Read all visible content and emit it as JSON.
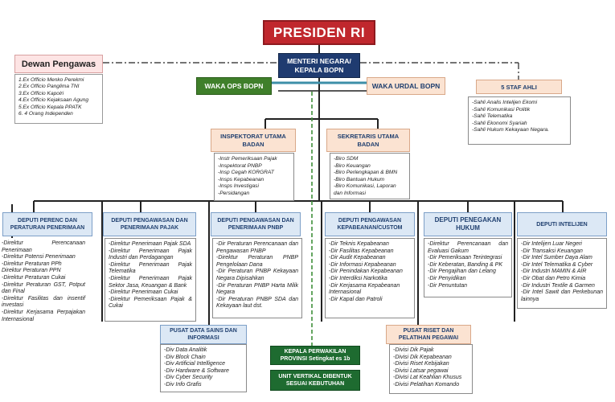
{
  "presiden": "PRESIDEN RI",
  "menteri": [
    "MENTERI NEGARA/",
    "KEPALA BOPN"
  ],
  "dewan": {
    "title": "Dewan Pengawas",
    "items": [
      "1.Ex Officio Menko Perekmi",
      "2.Ex Officio Panglima TNI",
      "3.Ex Officio Kapolri",
      "4.Ex Officio Kejaksaan Agung",
      "5.Ex Officio Kepala PPATK",
      "6. 4 Orang Independen"
    ]
  },
  "waka_ops": "WAKA OPS BOPN",
  "waka_urdal": "WAKA URDAL BOPN",
  "staf_ahli": {
    "title": "5 STAF AHLI",
    "items": [
      "-Sahli Analis Intelijen Ekomi",
      "-Sahli Komunikasi Politik",
      "-Sahli Telematika",
      "-Sahli Ekonomi Syariah",
      "-Sahli Hukum Kekayaan Negara."
    ]
  },
  "inspektorat": {
    "title": [
      "INSPEKTORAT UTAMA",
      "BADAN"
    ],
    "items": [
      "-Instr Pemeriksaan Pajak",
      "-Inspektorat PNBP",
      "-Insp Cegah KORGRAT",
      "-Insps Kepabeanan",
      "-Insps Investigasi",
      "-Persidangan"
    ]
  },
  "sekretaris": {
    "title": [
      "SEKRETARIS UTAMA",
      "BADAN"
    ],
    "items": [
      "-Biro SDM",
      "-Biro Keuangan",
      "-Biro Perlengkapan & BMN",
      "-Biro Bantuan Hukum",
      "-Biro Komunikasi, Laporan dan Informasi"
    ]
  },
  "deputi": [
    {
      "title": [
        "DEPUTI PERENC DAN",
        "PERATURAN PENERIMAAN"
      ],
      "items": [
        "-Direktur Perencanaan Penerimaan",
        "-Direktur Potensi Penerimaan",
        "-Direktur Peraturan PPh",
        "Direktur Peraturan PPN",
        "-Direktur Peraturan Cukai",
        "-Direktur Peraturan GST, Potput dan Final",
        "-Direktur Fasilitas dan insentif investasi",
        "-Direktur Kerjasama Perpajakan Internasional"
      ]
    },
    {
      "title": [
        "DEPUTI PENGAWASAN DAN",
        "PENERIMAAN PAJAK"
      ],
      "items": [
        "-Direktur Penerimaan Pajak SDA",
        "-Direktur Penerimaan Pajak Industri dan Perdagangan",
        "-Direktur Penerimaan Pajak Telematika",
        "-Direktur Penerimaan Pajak Sektor Jasa, Keuangan & Bank",
        "-Direktur Penerimaan Cukai",
        "-Direktur Pemeriksaan Pajak & Cukai"
      ]
    },
    {
      "title": [
        "DEPUTI PENGAWASAN DAN",
        "PENERIMAAN PNBP"
      ],
      "items": [
        "-Dir Peraturan Perencanaan dan Pengawasan PNBP",
        "-Direktur Peraturan PNBP Pengelolaan Dana",
        "-Dir Peraturan PNBP Kekayaan Negara Dipisahkan",
        "-Dir Peraturan PNBP Harta Milik Negara",
        "-Dir Peraturan PNBP SDA dan Kekayaan laut dst."
      ]
    },
    {
      "title": [
        "DEPUTI PENGAWASAN",
        "KEPABEANAN/CUSTOM"
      ],
      "items": [
        "-Dir Teknis Kepabeanan",
        "-Dir Fasilitas Kepabeanan",
        "-Dir Audit Kepabeanan",
        "-Dir Informasi Kepabeanan",
        "-Dir Penindakan Kepabeanan",
        "-Dir Interdiksi Narkotika",
        "-Dir Kerjasama Kepabeanan Internasional",
        "-Dir Kapal dan Patroli"
      ]
    },
    {
      "title": [
        "DEPUTI PENEGAKAN",
        "HUKUM"
      ],
      "items": [
        "-Direktur Perencanaan dan Evaluasi Gakum",
        "-Dir Pemeriksaan Terintegrasi",
        "-Dir Keberatan, Banding & PK",
        "-Dir Pengajihan dan Lelang",
        "-Dir Penyidikan",
        "-Dir Penuntutan"
      ]
    },
    {
      "title": [
        "DEPUTI INTELIJEN"
      ],
      "items": [
        "-Dir Intelijen Luar Negeri",
        "-Dir Transaksi Keuangan",
        "-Dir Intel Sumber Daya Alam",
        "-Dir Intel Telematika & Cyber",
        "-Dir Industri MAMIN & AIR",
        "-Dir Obat dan Petro Kimia",
        "-Dir Industri Textile & Garmen",
        "-Dir Intel Sawit dan Perkebunan lainnya"
      ]
    }
  ],
  "pusat_data": {
    "title": [
      "PUSAT DATA SAINS DAN",
      "INFORMASI"
    ],
    "items": [
      "-Div Data Analitik",
      "-Div Block Chain",
      "-Div Artificial Intelligence",
      "-Div Hardware & Software",
      "-Div Cyber Security",
      "-Div Info Grafis"
    ]
  },
  "pusat_riset": {
    "title": [
      "PUSAT RISET DAN",
      "PELATIHAN PEGAWAI"
    ],
    "items": [
      "-Divisi Dik Pajak",
      "-Divisi Dik Kepabeanan",
      "-Divisi Riset Kebijakan",
      "-Divisi Latsar pegawai",
      "-Divisi Lat Keahlian Khusus",
      "-Divisi Pelatihan Komando"
    ]
  },
  "perwakilan": [
    "KEPALA PERWAKILAN",
    "PROVINSI Setingkat es 1b"
  ],
  "unit_vertikal": [
    "UNIT VERTIKAL DIBENTUK",
    "SESUAI KEBUTUHAN"
  ],
  "colors": {
    "presiden": "#c0272d",
    "menteri": "#1f3b70",
    "waka_ops": "#3f7f2a",
    "green": "#1e6b30",
    "navy": "#1f3f6f"
  }
}
